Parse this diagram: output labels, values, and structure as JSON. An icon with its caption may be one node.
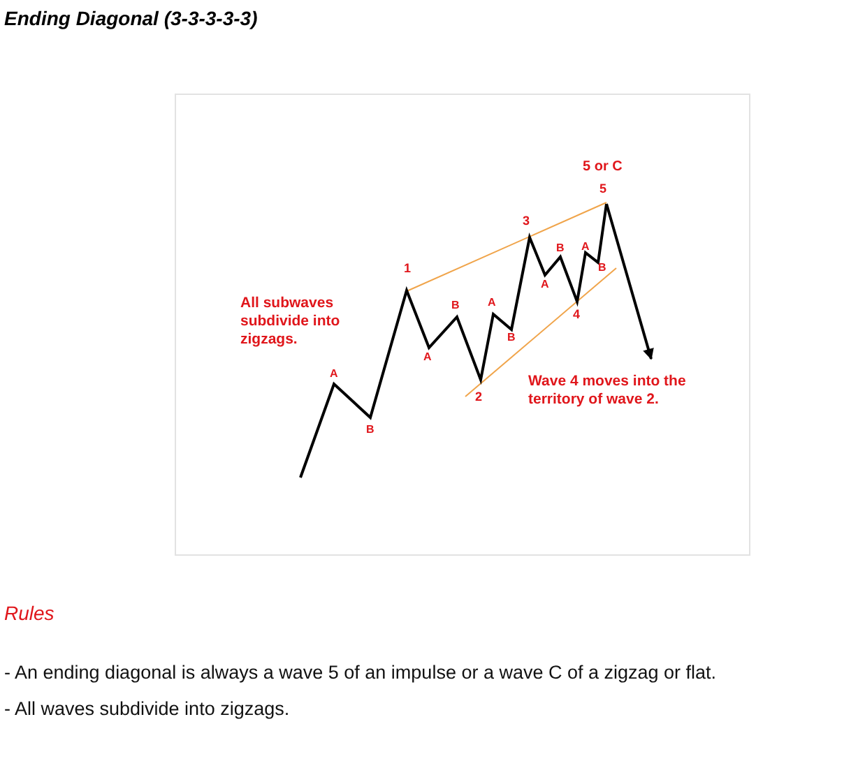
{
  "diagram": {
    "title": "Ending Diagonal (3-3-3-3-3)",
    "labels": [
      "5 or C",
      "5",
      "3",
      "B",
      "A",
      "1",
      "B",
      "All subwaves subdivide into zigzags.",
      "A",
      "B",
      "A",
      "4",
      "B",
      "A",
      "A",
      "Wave 4 moves into the territory of wave 2.",
      "2",
      "B",
      "Rules",
      "- An ending diagonal is always a wave 5 of an impulse or a wave C of a zigzag or flat.",
      "- All waves subdivide into zigzags."
    ]
  }
}
